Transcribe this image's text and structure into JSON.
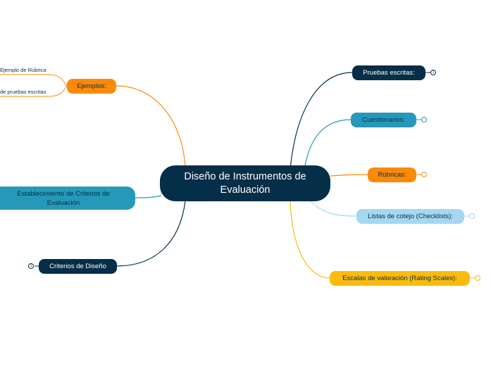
{
  "central": {
    "title": "Diseño de Instrumentos de Evaluación"
  },
  "right_topics": [
    {
      "label": "Pruebas escritas:",
      "badge": "1"
    },
    {
      "label": "Cuestionarios:",
      "badge": ""
    },
    {
      "label": "Rúbricas:",
      "badge": ""
    },
    {
      "label": "Listas de cotejo (Checklists):",
      "badge": ""
    },
    {
      "label": "Escalas de valoración (Rating Scales):",
      "badge": ""
    }
  ],
  "left_topics": {
    "ejemplos": {
      "label": "Ejemplos:",
      "subtopics": [
        "Ejemplo de Rúbrica",
        "de pruebas escritas"
      ]
    },
    "criterios_establecimiento": {
      "label": "Establecimiento de Criterios de Evaluación"
    },
    "criterios_diseno": {
      "label": "Criterios de Diseño",
      "badge": "1"
    }
  },
  "colors": {
    "dark": "#052e48",
    "teal": "#2699b9",
    "orange": "#fb8a0a",
    "light_blue": "#a5d7f0",
    "yellow": "#fbbb0c"
  }
}
